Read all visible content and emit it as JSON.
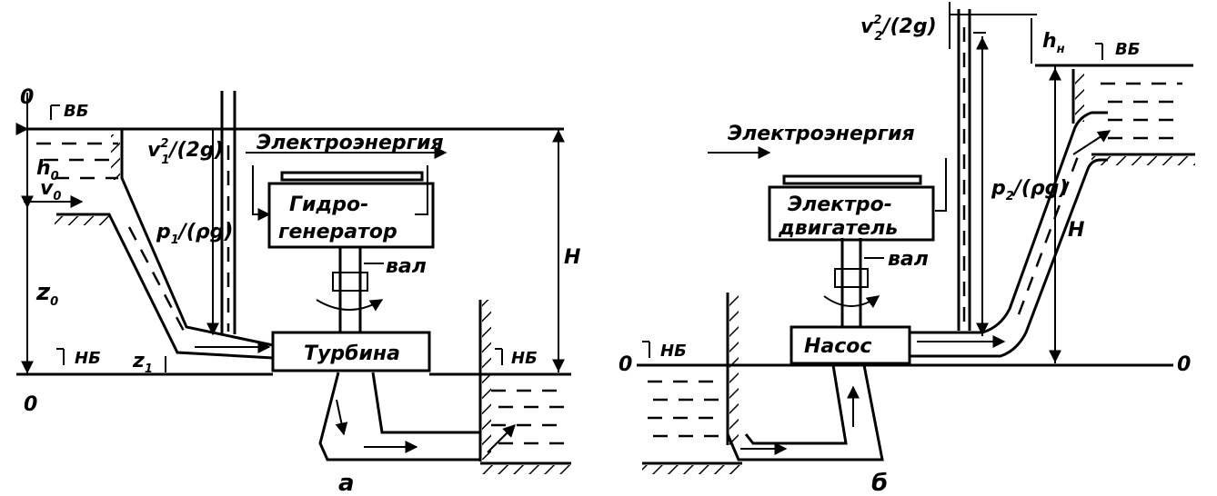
{
  "left": {
    "marker_top": "0",
    "upstream_level": "ВБ",
    "electricity": "Электроэнергия",
    "velocity_head": "v",
    "velocity_head_sup": "2",
    "velocity_head_sub": "1",
    "velocity_head_rest": "/(2g)",
    "generator_line1": "Гидро-",
    "generator_line2": "генератор",
    "shaft": "вал",
    "pressure_head": "p",
    "pressure_head_sub": "1",
    "pressure_head_rest": "/(ρg)",
    "depth": "h",
    "depth_sub": "0",
    "velocity": "v",
    "velocity_sub": "0",
    "elevation": "z",
    "elevation_sub": "0",
    "head": "H",
    "turbine": "Турбина",
    "downstream_level_left": "НБ",
    "downstream_level_right": "НБ",
    "z1": "z",
    "z1_sub": "1",
    "datum": "0",
    "caption": "а"
  },
  "right": {
    "velocity_head": "v",
    "velocity_head_sup": "2",
    "velocity_head_sub": "2",
    "velocity_head_rest": "/(2g)",
    "hn": "h",
    "hn_sub": "н",
    "upstream_level": "ВБ",
    "electricity": "Электроэнергия",
    "motor_line1": "Электро-",
    "motor_line2": "двигатель",
    "shaft": "вал",
    "pressure_head": "p",
    "pressure_head_sub": "2",
    "pressure_head_rest": "/(ρg)",
    "head": "H",
    "pump": "Насос",
    "downstream_level": "НБ",
    "datum_left": "0",
    "datum_right": "0",
    "caption": "б"
  }
}
